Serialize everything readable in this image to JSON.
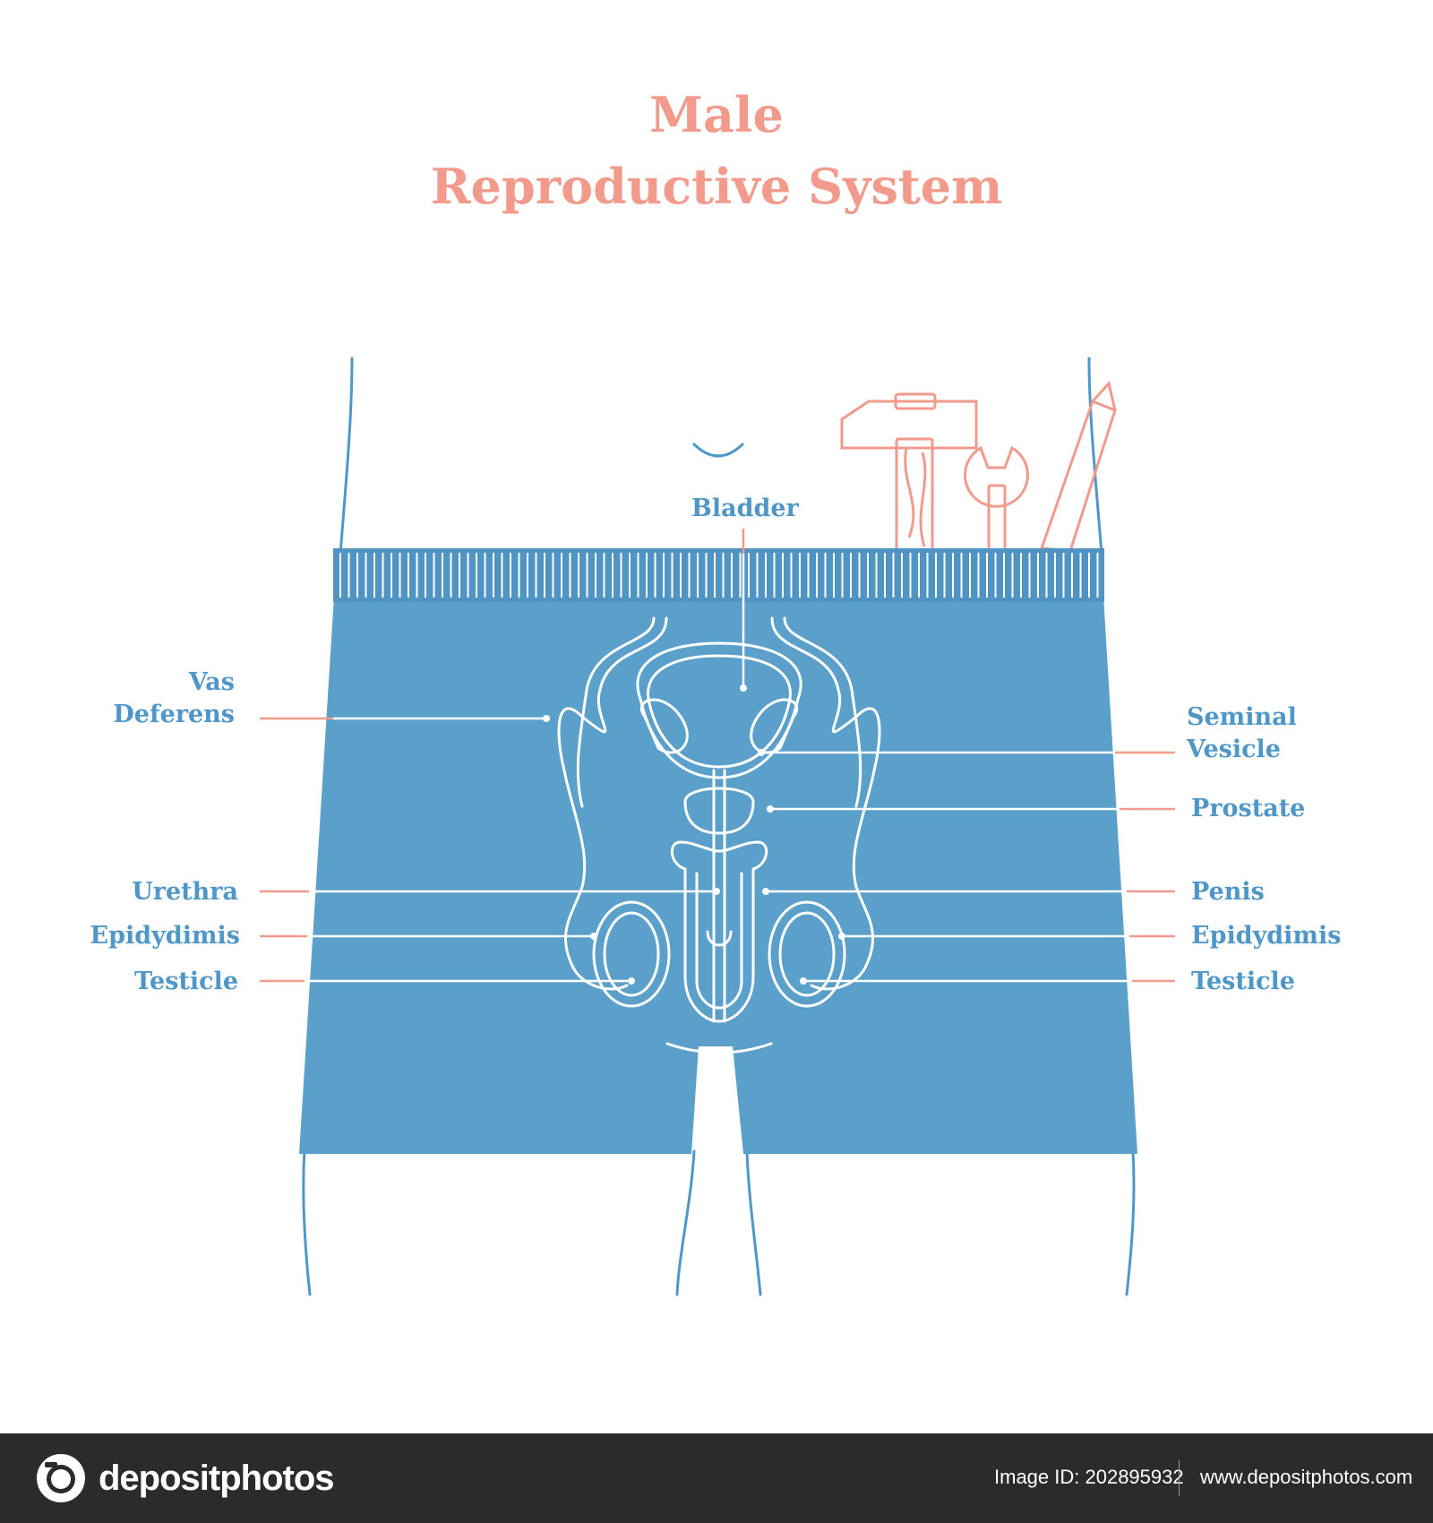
{
  "title": {
    "line1": "Male",
    "line2": "Reproductive System"
  },
  "labels": {
    "bladder": "Bladder",
    "vas_deferens_1": "Vas",
    "vas_deferens_2": "Deferens",
    "seminal_vesicle_1": "Seminal",
    "seminal_vesicle_2": "Vesicle",
    "prostate": "Prostate",
    "urethra": "Urethra",
    "penis": "Penis",
    "epididymis_left": "Epidydimis",
    "epididymis_right": "Epidydimis",
    "testicle_left": "Testicle",
    "testicle_right": "Testicle"
  },
  "colors": {
    "shorts": "#5ba0cb",
    "waistband": "#4f94c2",
    "outline": "#ffffff",
    "accent": "#f29a8c",
    "body_line": "#4f97c8",
    "label": "#4f97c8",
    "footer_bg": "#2b2b2b"
  },
  "icons": [
    "hammer-icon",
    "wrench-icon",
    "pencil-icon",
    "camera-logo-icon"
  ],
  "footer": {
    "brand": "depositphotos",
    "image_id": "Image ID: 202895932",
    "site": "www.depositphotos.com"
  }
}
